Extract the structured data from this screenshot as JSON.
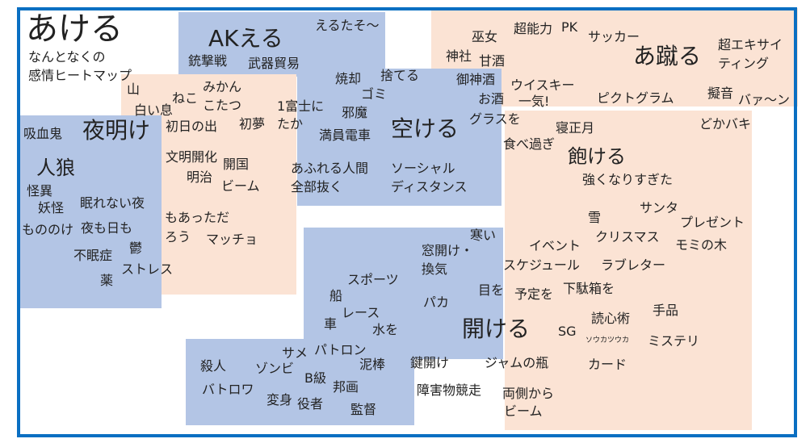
{
  "title": "あける",
  "subtitle_line1": "なんとなくの",
  "subtitle_line2": "感情ヒートマップ",
  "colors": {
    "frame": "#0a6fc2",
    "blue": "#b3c5e5",
    "peach": "#fbe3d4"
  },
  "regions": {
    "ak": {
      "heading": "AKえる",
      "words": [
        "銃撃戦",
        "武器貿易",
        "えるたそ～"
      ]
    },
    "sora": {
      "heading": "空ける",
      "words": [
        "焼却",
        "捨てる",
        "ゴミ",
        "1富士に",
        "邪魔",
        "たか",
        "満員電車",
        "あふれる人間",
        "全部抜く",
        "ソーシャル",
        "ディスタンス",
        "グラスを"
      ]
    },
    "keru": {
      "heading": "あ蹴る",
      "words": [
        "巫女",
        "超能力",
        "PK",
        "サッカー",
        "超エキサイ",
        "ティング",
        "神社",
        "甘酒",
        "御神酒",
        "お酒",
        "ウイスキー",
        "一気!",
        "ピクトグラム",
        "擬音",
        "バァ〜ン",
        "どかバキ"
      ]
    },
    "yoake": {
      "heading": "夜明け",
      "words": [
        "山",
        "白い息",
        "ねこ",
        "みかん",
        "こたつ",
        "初日の出",
        "初夢",
        "吸血鬼",
        "文明開化",
        "明治",
        "開国",
        "ビーム",
        "人狼",
        "怪異",
        "妖怪",
        "眠れない夜",
        "もののけ",
        "夜も日も",
        "もあっただ",
        "ろう",
        "マッチョ",
        "鬱",
        "不眠症",
        "ストレス",
        "薬"
      ]
    },
    "aku": {
      "heading": "飽ける",
      "words": [
        "寝正月",
        "食べ過ぎ",
        "強くなりすぎた",
        "サンタ",
        "雪",
        "プレゼント",
        "クリスマス",
        "モミの木",
        "イベント",
        "スケジュール",
        "ラブレター",
        "予定を",
        "下駄箱を",
        "読心術",
        "手品",
        "SG",
        "ソウカツウカ",
        "ミステリ",
        "カード",
        "両側から",
        "ビーム"
      ]
    },
    "hiraku": {
      "heading": "開ける",
      "words": [
        "寒い",
        "窓開け・",
        "換気",
        "スポーツ",
        "船",
        "パカ",
        "目を",
        "レース",
        "車",
        "水を",
        "鍵開け",
        "ジャムの瓶",
        "障害物競走"
      ]
    },
    "batoro": {
      "words": [
        "サメ",
        "パトロン",
        "殺人",
        "ゾンビ",
        "泥棒",
        "B級",
        "バトロワ",
        "邦画",
        "変身",
        "役者",
        "監督"
      ]
    }
  }
}
